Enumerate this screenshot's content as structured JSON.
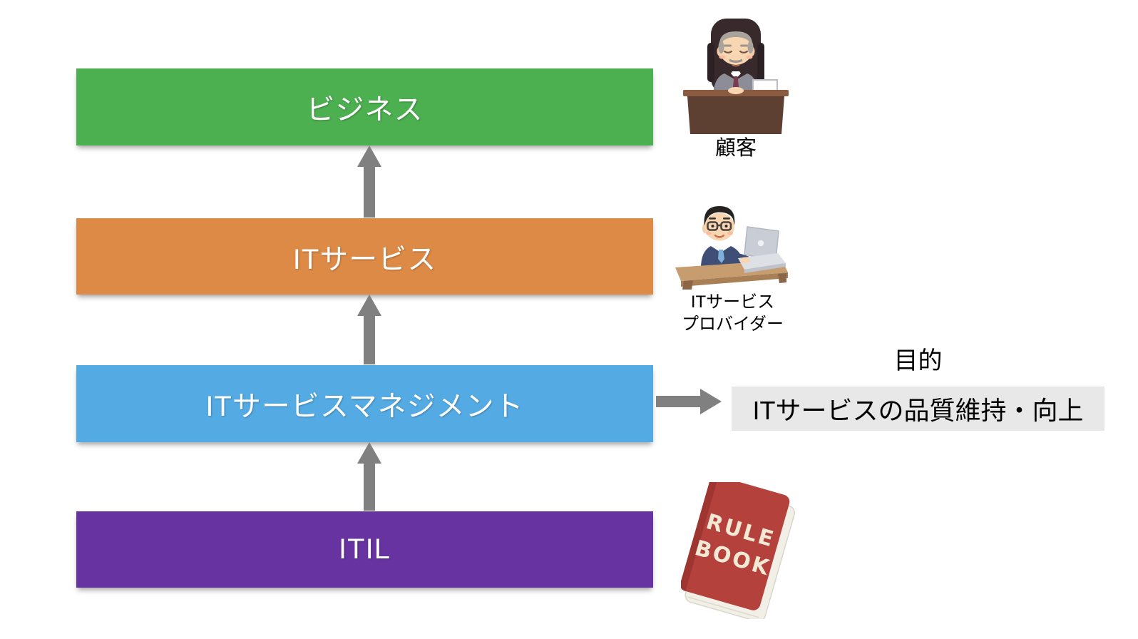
{
  "page": {
    "background": "#FFFFFF"
  },
  "diagram": {
    "layers": [
      {
        "id": "business",
        "label": "ビジネス",
        "color": "#4CAF50"
      },
      {
        "id": "it-service",
        "label": "ITサービス",
        "color": "#DD8A46"
      },
      {
        "id": "it-service-management",
        "label": "ITサービスマネジメント",
        "color": "#54ABE4"
      },
      {
        "id": "itil",
        "label": "ITIL",
        "color": "#6733A0"
      }
    ],
    "arrows": {
      "color": "#808080",
      "up_arrow_count": 3,
      "horizontal_arrow": "itsm-to-purpose"
    },
    "purpose": {
      "title": "目的",
      "text": "ITサービスの品質維持・向上",
      "box_bg": "#E8E8E8",
      "text_color": "#000000"
    },
    "customer": {
      "label": "顧客",
      "icon": "executive-at-desk-illustration"
    },
    "provider": {
      "label_line1": "ITサービス",
      "label_line2": "プロバイダー",
      "icon": "man-working-on-laptop-illustration"
    },
    "rulebook": {
      "title_line1": "RULE",
      "title_line2": "BOOK",
      "cover_color": "#B5413C",
      "icon": "rule-book-illustration"
    }
  }
}
